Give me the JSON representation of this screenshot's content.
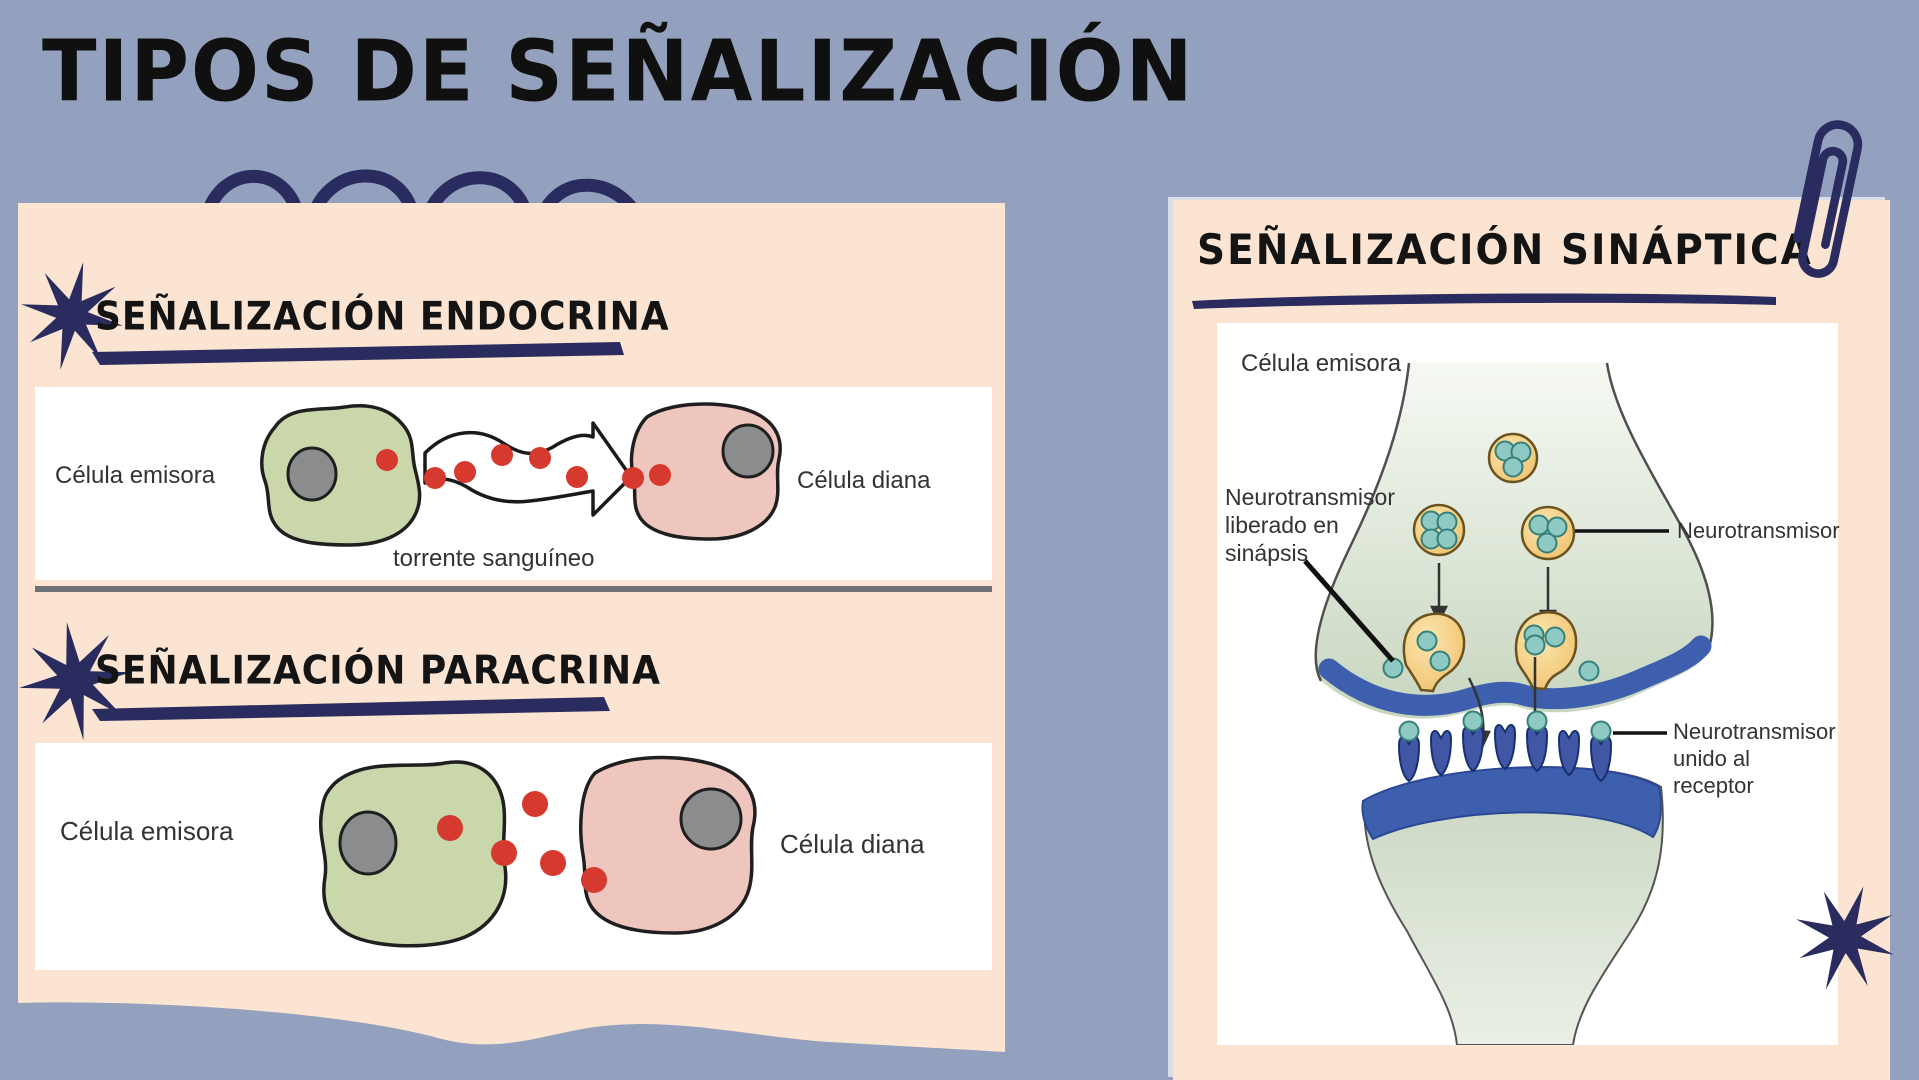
{
  "title": "TIPOS DE SEÑALIZACIÓN",
  "sections": {
    "endocrina": {
      "heading": "SEÑALIZACIÓN ENDOCRINA",
      "emitter_label": "Célula emisora",
      "target_label": "Célula diana",
      "caption": "torrente sanguíneo"
    },
    "paracrina": {
      "heading": "SEÑALIZACIÓN PARACRINA",
      "emitter_label": "Célula emisora",
      "target_label": "Célula diana"
    },
    "sinaptica": {
      "heading": "SEÑALIZACIÓN SINÁPTICA",
      "emitter_label": "Célula emisora",
      "released_label_line1": "Neurotransmisor",
      "released_label_line2": "liberado en",
      "released_label_line3": "sinápsis",
      "vesicle_label": "Neurotransmisor",
      "bound_label_line1": "Neurotransmisor",
      "bound_label_line2": "unido al",
      "bound_label_line3": "receptor"
    }
  },
  "icons": {
    "starburst": "8-point starburst accent",
    "paperclip": "paperclip",
    "scallops": "scalloped underline arcs"
  },
  "theme": {
    "background": "#94A1BE",
    "panel": "#FBE5D2",
    "navy": "#2A2B5E",
    "ink": "#101010",
    "white": "#FFFFFF",
    "divider": "#6E7276",
    "red": "#D63A2E",
    "cell_green": "#C9D7AB",
    "cell_pink": "#EFC6BE",
    "nucleus": "#8A8C8E",
    "membrane": "#3D5FAE",
    "vesicle": "#F2CB79",
    "neuro": "#8FC9C3",
    "presyn_light": "#F6F9F3",
    "presyn_dark": "#C7D6BF"
  }
}
